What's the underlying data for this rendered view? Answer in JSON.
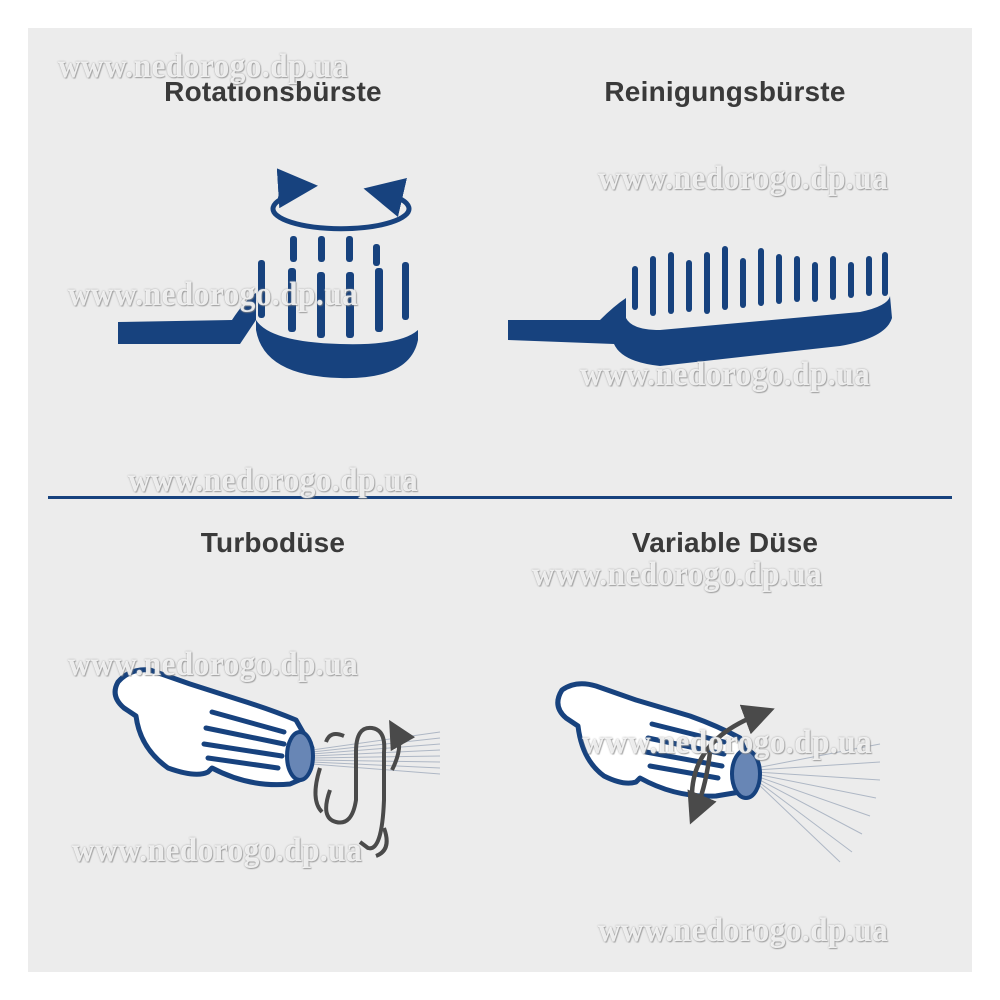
{
  "titles": {
    "rotation_brush": "Rotationsbürste",
    "cleaning_brush": "Reinigungsbürste",
    "turbo_nozzle": "Turbodüse",
    "variable_nozzle": "Variable Düse"
  },
  "watermark": "www.nedorogo.dp.ua",
  "colors": {
    "brand_blue": "#17427e",
    "panel_bg": "#ececec",
    "title_text": "#3a3a3a",
    "arrow_gray": "#4a4a4a"
  },
  "icons": [
    "rotating-brush-icon",
    "cleaning-brush-icon",
    "turbo-nozzle-icon",
    "variable-nozzle-icon"
  ]
}
